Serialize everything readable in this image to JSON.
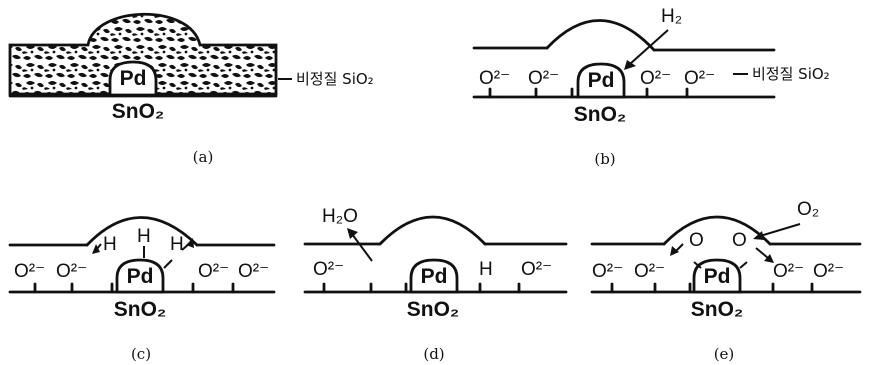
{
  "labels": {
    "pd": "Pd",
    "sno2": "SnO₂",
    "o2minus": "O²⁻",
    "h2": "H₂",
    "h": "H",
    "h2o": "H₂O",
    "o2": "O₂",
    "o": "O",
    "amorphous_sio2": "비정질 SiO₂"
  },
  "panels": {
    "a": {
      "caption": "(a)"
    },
    "b": {
      "caption": "(b)"
    },
    "c": {
      "caption": "(c)"
    },
    "d": {
      "caption": "(d)"
    },
    "e": {
      "caption": "(e)"
    }
  },
  "colors": {
    "ink": "#111111",
    "paper": "#ffffff"
  }
}
